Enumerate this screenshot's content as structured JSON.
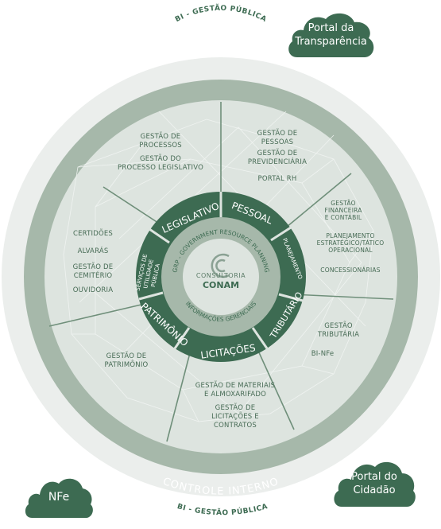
{
  "clouds": {
    "transparencia": {
      "line1": "Portal da",
      "line2": "Transparência"
    },
    "cidadao": {
      "line1": "Portal do",
      "line2": "Cidadão"
    },
    "nfe": "NFe"
  },
  "outer_ring": {
    "top_label": "BI - GESTÃO PÚBLICA",
    "bottom_label": "BI - GESTÃO PÚBLICA",
    "controle_top": "CONTROLE INTERNO",
    "controle_bottom": "CONTROLE INTERNO"
  },
  "modules": {
    "legislativo": "LEGISLATIVO",
    "pessoal": "PESSOAL",
    "planejamento": "PLANEJAMENTO",
    "tributario": "TRIBUTÁRIO",
    "licitacoes": "LICITAÇÕES",
    "patrimonio": "PATRIMÔNIO",
    "servicos": [
      "SERVIÇOS DE",
      "UTILIDADE",
      "PÚBLICA"
    ]
  },
  "inner_ring": {
    "grp": "GRP - GOVERNMENT RESOURCE PLANNING",
    "info": "INFORMAÇÕES GERENCIAIS"
  },
  "logo": {
    "line1": "CONSULTORIA",
    "line2": "CONAM"
  },
  "sectors": {
    "legislativo": [
      "GESTÃO DE",
      "PROCESSOS",
      "GESTÃO DO",
      "PROCESSO LEGISLATIVO"
    ],
    "pessoal": [
      "GESTÃO DE",
      "PESSOAS",
      "GESTÃO DE",
      "PREVIDENCIÁRIA",
      "PORTAL RH"
    ],
    "planejamento": [
      "GESTÃO",
      "FINANCEIRA",
      "E CONTÁBIL",
      "PLANEJAMENTO",
      "ESTRATÉGICO/TÁTICO",
      "OPERACIONAL",
      "CONCESSIONÁRIAS"
    ],
    "tributario": [
      "GESTÃO",
      "TRIBUTÁRIA",
      "BI-NFe"
    ],
    "licitacoes": [
      "GESTÃO DE MATERIAIS",
      "E ALMOXARIFADO",
      "GESTÃO DE",
      "LICITAÇÕES E",
      "CONTRATOS"
    ],
    "patrimonio": [
      "GESTÃO DE",
      "PATRIMÔNIO"
    ],
    "servicos": [
      "CERTIDÕES",
      "ALVARÁS",
      "GESTÃO DE",
      "CEMITÉRIO",
      "OUVIDORIA"
    ]
  },
  "colors": {
    "dark": "#3d6b52",
    "ring": "#a6b8aa",
    "lightring": "#ebeeec",
    "sector_bg": "#dde4df",
    "text": "#476b55"
  }
}
